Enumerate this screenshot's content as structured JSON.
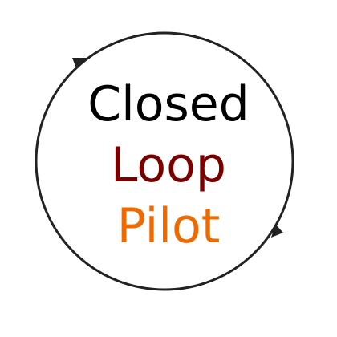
{
  "logo": {
    "words": [
      "Closed",
      "Loop",
      "Pilot"
    ],
    "colors": {
      "ring": "#222222",
      "closed": "#000000",
      "loop": "#7a0000",
      "pilot": "#ee6a00"
    }
  }
}
